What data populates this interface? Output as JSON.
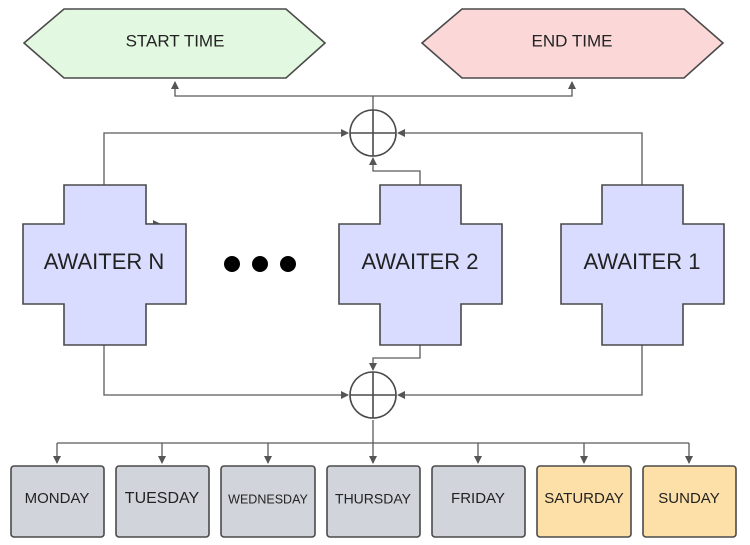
{
  "start_time": {
    "label": "START TIME",
    "color": "#e3f8e0"
  },
  "end_time": {
    "label": "END TIME",
    "color": "#fbd7d7"
  },
  "awaiters": [
    {
      "label": "AWAITER N"
    },
    {
      "label": "AWAITER 2"
    },
    {
      "label": "AWAITER 1"
    }
  ],
  "awaiter_color": "#d9dcff",
  "days": [
    {
      "label": "MONDAY",
      "color": "#d1d5db"
    },
    {
      "label": "TUESDAY",
      "color": "#d1d5db"
    },
    {
      "label": "WEDNESDAY",
      "color": "#d1d5db"
    },
    {
      "label": "THURSDAY",
      "color": "#d1d5db"
    },
    {
      "label": "FRIDAY",
      "color": "#d1d5db"
    },
    {
      "label": "SATURDAY",
      "color": "#fde0a8"
    },
    {
      "label": "SUNDAY",
      "color": "#fde0a8"
    }
  ]
}
